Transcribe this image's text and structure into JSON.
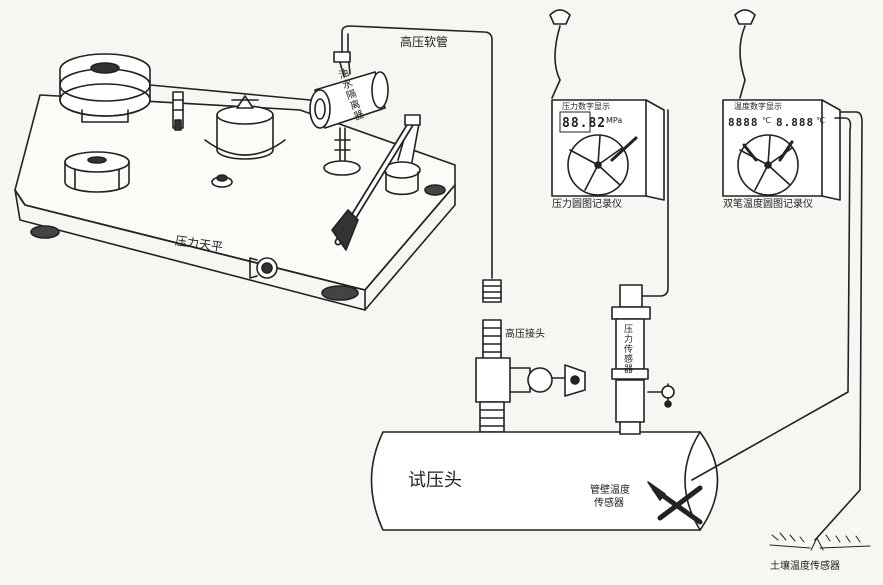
{
  "labels": {
    "high_pressure_hose": "高压软管",
    "oil_water_separator": "油水隔离器",
    "pressure_balance": "压力天平",
    "quick_connector": "高压接头",
    "test_head": "试压头",
    "pressure_recorder_title": "压力数字显示",
    "pressure_recorder": "压力圆图记录仪",
    "temp_recorder_title": "温度数字显示",
    "temp_recorder": "双笔温度圆图记录仪",
    "pressure_sensor": "压力传感器",
    "pipe_wall_sensor_line1": "管壁温度",
    "pipe_wall_sensor_line2": "传感器",
    "soil_temp_sensor": "土壤温度传感器"
  },
  "displays": {
    "pressure_value": "88.82",
    "pressure_unit": "MPa",
    "temp_value_1": "8888",
    "temp_unit_1": "℃",
    "temp_value_2": "8.888",
    "temp_unit_2": "℃"
  }
}
